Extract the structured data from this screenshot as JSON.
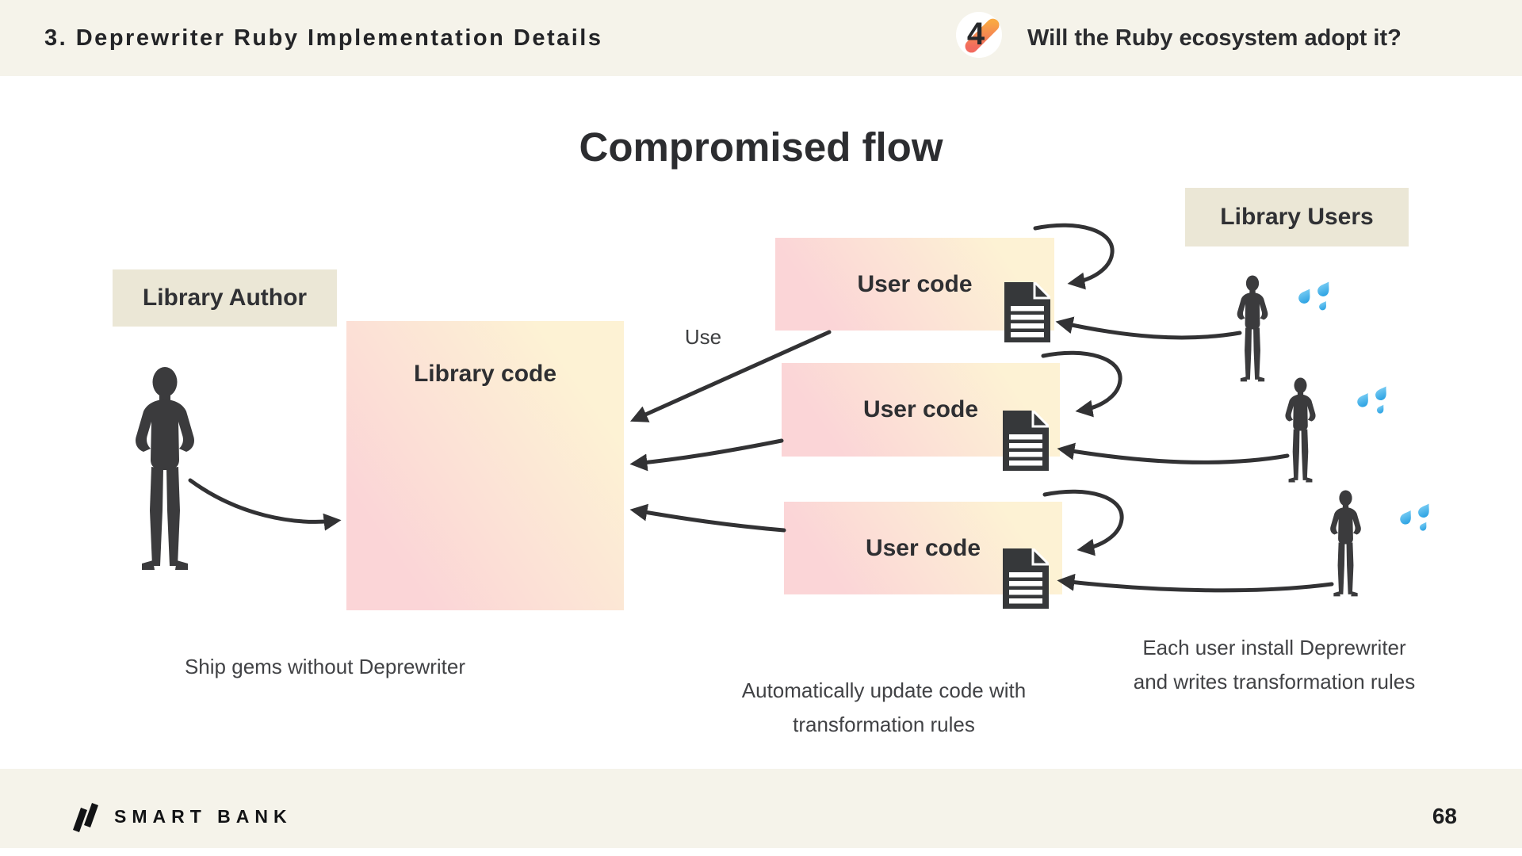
{
  "header": {
    "title": "3. Deprewriter Ruby Implementation Details",
    "badge": {
      "number": "4"
    },
    "question": "Will the Ruby ecosystem adopt it?"
  },
  "diagram": {
    "title": "Compromised flow",
    "library_author_label": "Library Author",
    "library_users_label": "Library Users",
    "library_code_label": "Library code",
    "use_label": "Use",
    "user_code_boxes": [
      {
        "label": "User code"
      },
      {
        "label": "User code"
      },
      {
        "label": "User code"
      }
    ],
    "captions": {
      "author_line": "Ship gems without Deprewriter",
      "middle_lines": [
        "Automatically update code with",
        "transformation rules"
      ],
      "users_lines": [
        "Each user install Deprewriter",
        "and writes transformation rules"
      ]
    }
  },
  "footer": {
    "brand": "SMART BANK",
    "page_number": "68"
  },
  "colors": {
    "band_beige": "#f5f3ea",
    "label_beige": "#ebe7d6",
    "gradient_pink": "#fbd5d7",
    "gradient_cream": "#fdf2d4",
    "arrow_dark": "#323234",
    "silhouette_dark": "#3b3b3d",
    "drop_blue": "#1e9be0",
    "badge_red": "#f26a5e",
    "badge_orange": "#f9a843"
  }
}
